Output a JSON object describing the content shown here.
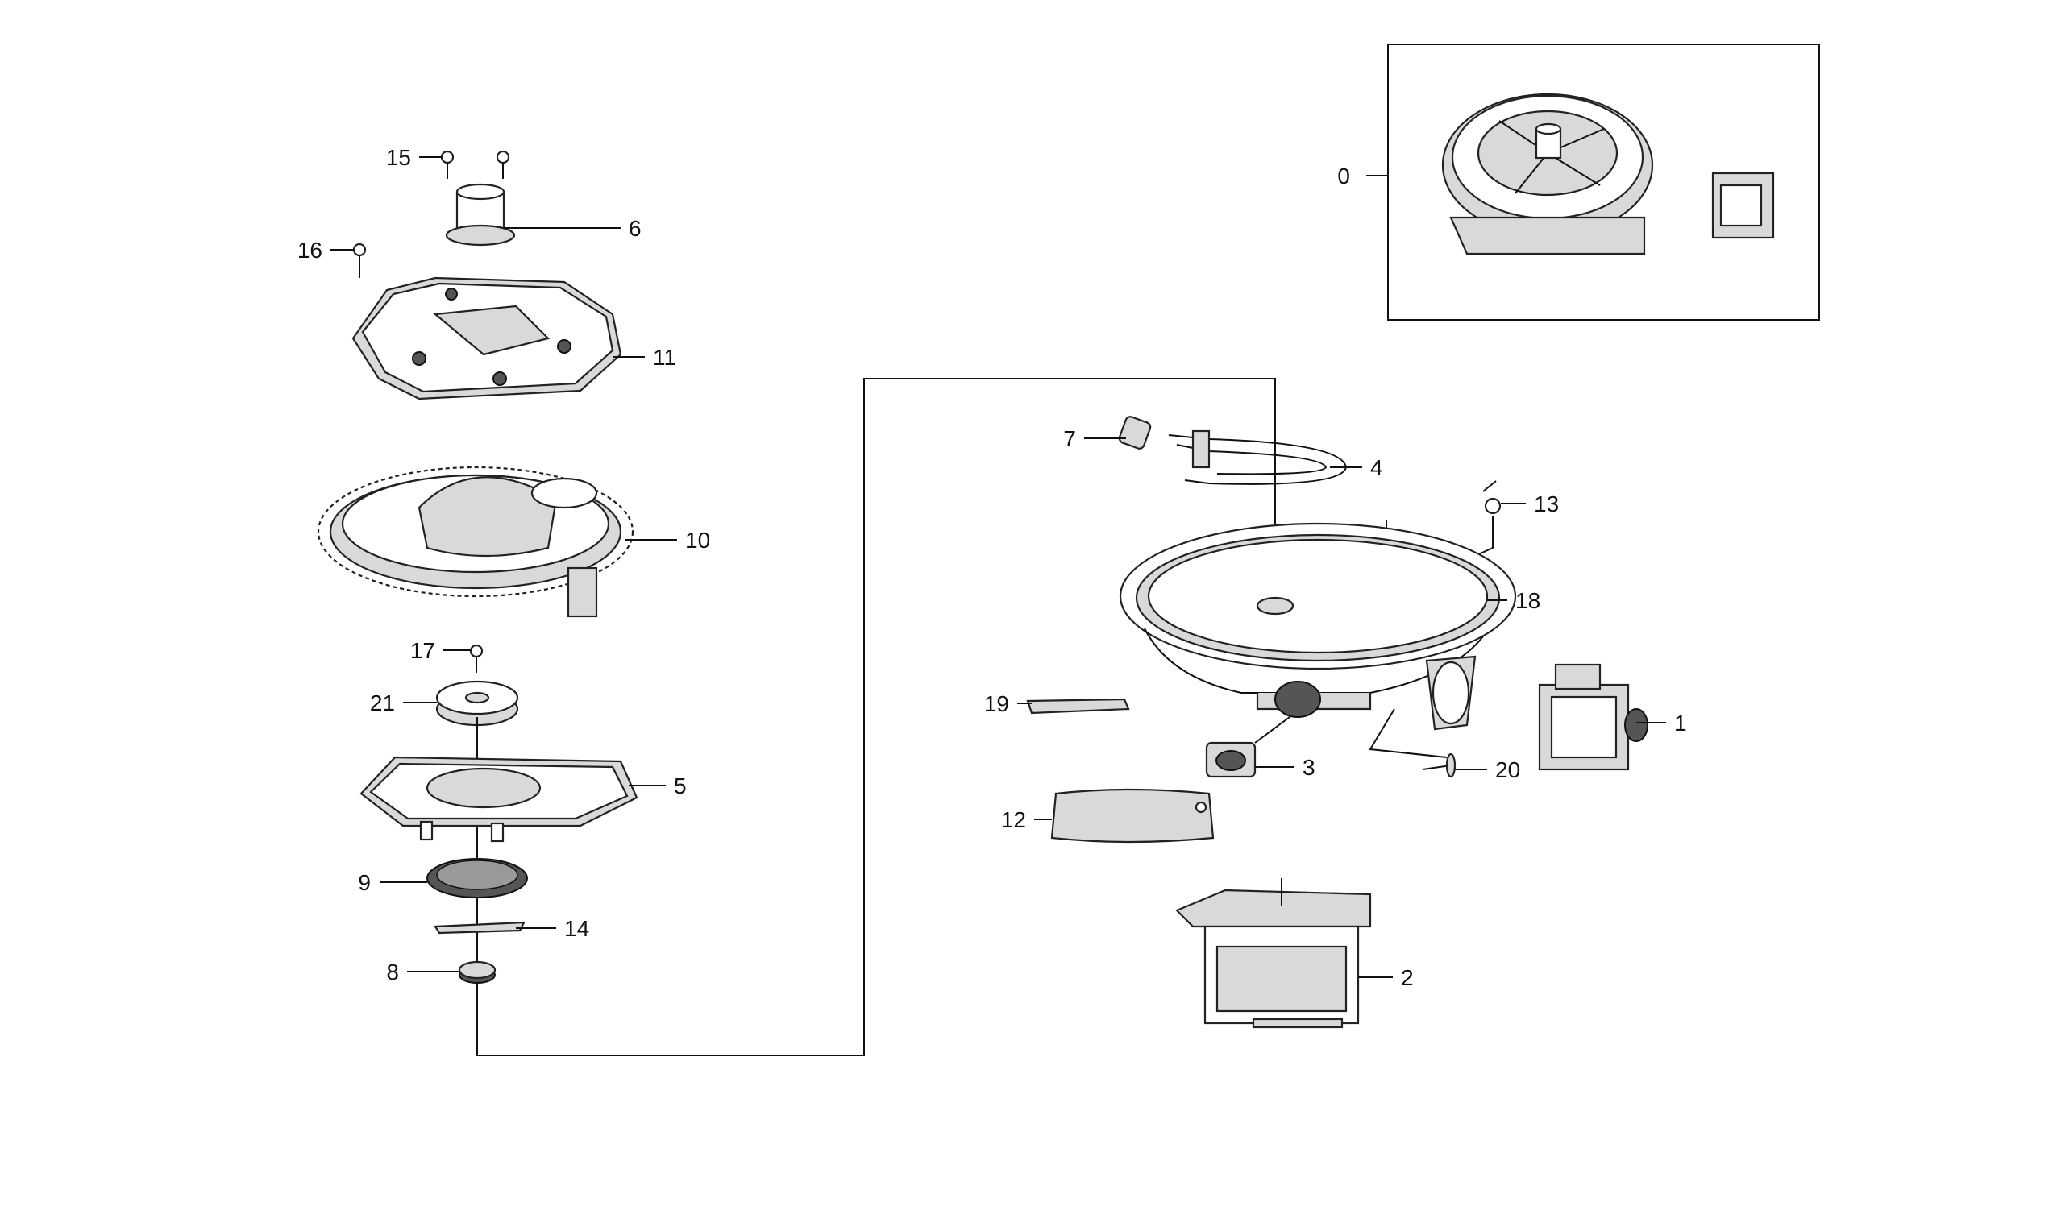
{
  "diagram": {
    "callouts": [
      {
        "id": "0",
        "label": "0"
      },
      {
        "id": "1",
        "label": "1"
      },
      {
        "id": "2",
        "label": "2"
      },
      {
        "id": "3",
        "label": "3"
      },
      {
        "id": "4",
        "label": "4"
      },
      {
        "id": "5",
        "label": "5"
      },
      {
        "id": "6",
        "label": "6"
      },
      {
        "id": "7",
        "label": "7"
      },
      {
        "id": "8",
        "label": "8"
      },
      {
        "id": "9",
        "label": "9"
      },
      {
        "id": "10",
        "label": "10"
      },
      {
        "id": "11",
        "label": "11"
      },
      {
        "id": "12",
        "label": "12"
      },
      {
        "id": "13",
        "label": "13"
      },
      {
        "id": "14",
        "label": "14"
      },
      {
        "id": "15",
        "label": "15"
      },
      {
        "id": "16",
        "label": "16"
      },
      {
        "id": "17",
        "label": "17"
      },
      {
        "id": "18",
        "label": "18"
      },
      {
        "id": "19",
        "label": "19"
      },
      {
        "id": "20",
        "label": "20"
      },
      {
        "id": "21",
        "label": "21"
      }
    ]
  }
}
